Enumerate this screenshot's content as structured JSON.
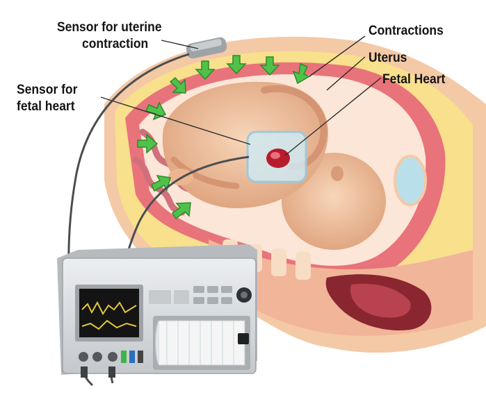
{
  "labels": {
    "uterine_sensor_line1": "Sensor for uterine",
    "uterine_sensor_line2": "contraction",
    "fetal_sensor_line1": "Sensor for",
    "fetal_sensor_line2": "fetal heart",
    "contractions": "Contractions",
    "uterus": "Uterus",
    "fetal_heart": "Fetal Heart"
  },
  "colors": {
    "skin": "#f4c9a6",
    "fat_layer": "#f8e08c",
    "uterus_wall": "#e8737a",
    "amniotic": "#fbe6d8",
    "fetus": "#f0c3a0",
    "arrows": "#4fc24a",
    "monitor_body": "#d9dcdf",
    "screen": "#141414",
    "screen_trace": "#e2c93a"
  },
  "icons": {
    "contraction_arrows": "green-arrow-icon",
    "fetal_heart_sensor": "ultrasound-transducer-icon",
    "uterine_sensor": "pressure-transducer-icon"
  }
}
